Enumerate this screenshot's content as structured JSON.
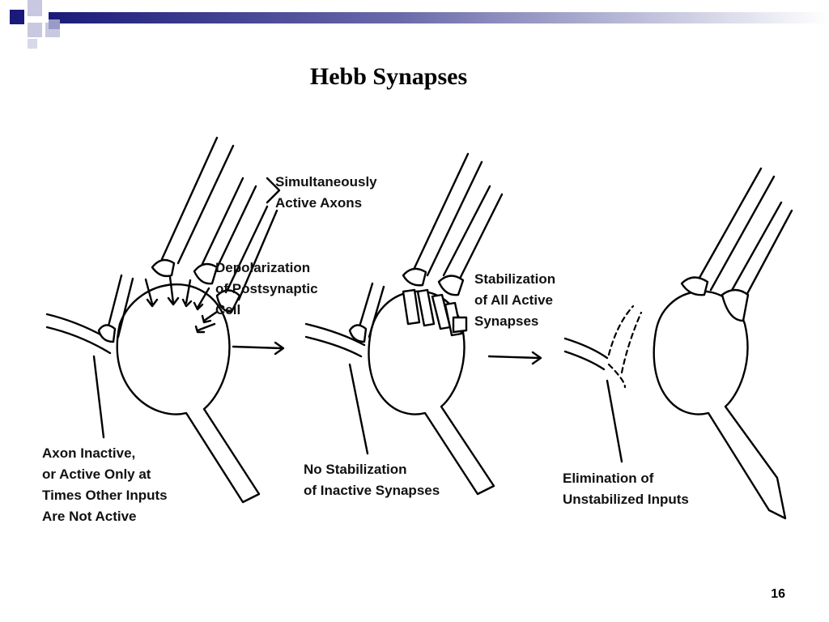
{
  "slide": {
    "title": "Hebb Synapses",
    "page_number": "16",
    "colors": {
      "accent_navy": "#1a1a7a",
      "accent_light": "#b8b8d8",
      "ink": "#000000",
      "background": "#ffffff"
    }
  },
  "diagram": {
    "panel1": {
      "simultaneously_line1": "Simultaneously",
      "simultaneously_line2": "Active Axons",
      "depol_line1": "Depolarization",
      "depol_line2": "of Postsynaptic",
      "depol_line3": "Cell",
      "inactive_line1": "Axon Inactive,",
      "inactive_line2": "or Active Only at",
      "inactive_line3": "Times Other Inputs",
      "inactive_line4": "Are Not Active"
    },
    "panel2": {
      "stabilization_line1": "Stabilization",
      "stabilization_line2": "of All Active",
      "stabilization_line3": "Synapses",
      "no_stab_line1": "No Stabilization",
      "no_stab_line2": "of Inactive Synapses"
    },
    "panel3": {
      "elimination_line1": "Elimination of",
      "elimination_line2": "Unstabilized Inputs"
    }
  }
}
